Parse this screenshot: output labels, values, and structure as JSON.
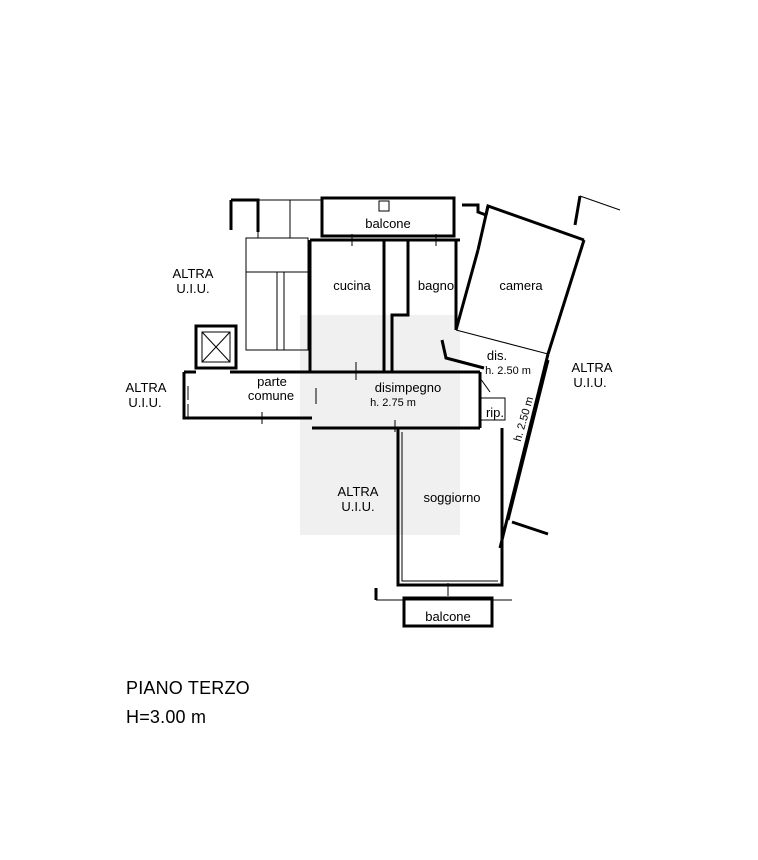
{
  "floor": {
    "name": "PIANO TERZO",
    "height": "H=3.00 m"
  },
  "rooms": {
    "balcone_top": "balcone",
    "cucina": "cucina",
    "bagno": "bagno",
    "camera": "camera",
    "dis": "dis.",
    "dis_height": "h. 2.50 m",
    "disimpegno": "disimpegno",
    "disimpegno_height": "h. 2.75 m",
    "rip": "rip.",
    "rip_height": "h. 2.50 m",
    "parte_comune_1": "parte",
    "parte_comune_2": "comune",
    "soggiorno": "soggiorno",
    "balcone_bottom": "balcone"
  },
  "neighbors": {
    "altra": "ALTRA",
    "uiu": "U.I.U."
  }
}
